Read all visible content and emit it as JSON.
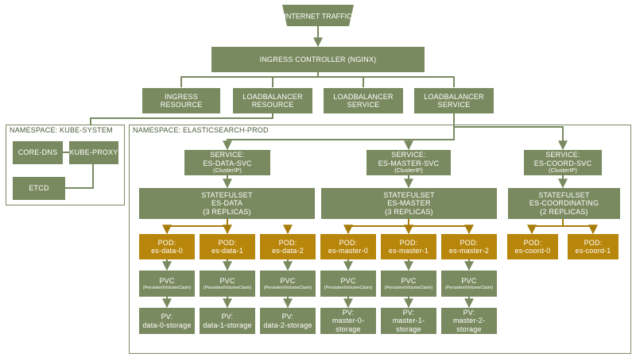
{
  "colors": {
    "node_green": "#7a8a60",
    "node_gold": "#b8860b",
    "edge_green": "#7a8a60",
    "edge_gold": "#a87c0a"
  },
  "internet": "INTERNET TRAFFIC",
  "ingress_controller": "INGRESS CONTROLLER (NGINX)",
  "ingress_resource": [
    "INGRESS",
    "RESOURCE"
  ],
  "lb_resource": [
    "LOADBALANCER",
    "RESOURCE"
  ],
  "lb_service_1": [
    "LOADBALANCER",
    "SERVICE"
  ],
  "lb_service_2": [
    "LOADBALANCER",
    "SERVICE"
  ],
  "ns_kube": "NAMESPACE: KUBE-SYSTEM",
  "ns_prod": "NAMESPACE: ELASTICSEARCH-PROD",
  "core_dns": "CORE-DNS",
  "kube_proxy": "KUBE-PROXY",
  "etcd": "ETCD",
  "svc_data": [
    "SERVICE:",
    "ES-DATA-SVC",
    "(ClusterIP)"
  ],
  "svc_master": [
    "SERVICE:",
    "ES-MASTER-SVC",
    "(ClusterIP)"
  ],
  "svc_coord": [
    "SERVICE:",
    "ES-COORD-SVC",
    "(ClusterIP)"
  ],
  "sts_data": [
    "STATEFULSET",
    "ES-DATA",
    "(3 REPLICAS)"
  ],
  "sts_master": [
    "STATEFULSET",
    "ES-MASTER",
    "(3 REPLICAS)"
  ],
  "sts_coord": [
    "STATEFULSET",
    "ES-COORDINATING",
    "(2 REPLICAS)"
  ],
  "pods": [
    [
      "POD:",
      "es-data-0"
    ],
    [
      "POD:",
      "es-data-1"
    ],
    [
      "POD:",
      "es-data-2"
    ],
    [
      "POD:",
      "es-master-0"
    ],
    [
      "POD:",
      "es-master-1"
    ],
    [
      "POD:",
      "es-master-2"
    ],
    [
      "POD:",
      "es-coord-0"
    ],
    [
      "POD:",
      "es-coord-1"
    ]
  ],
  "pvcs": [
    [
      "PVC",
      "(PersistentVolumeClaim)"
    ],
    [
      "PVC",
      "(PersistentVolumeClaim)"
    ],
    [
      "PVC",
      "(PersistentVolumeClaim)"
    ],
    [
      "PVC",
      "(PersistentVolumeClaim)"
    ],
    [
      "PVC",
      "(PersistentVolumeClaim)"
    ],
    [
      "PVC",
      "(PersistentVolumeClaim)"
    ]
  ],
  "pvs": [
    [
      "PV:",
      "data-0-storage"
    ],
    [
      "PV:",
      "data-1-storage"
    ],
    [
      "PV:",
      "data-2-storage"
    ],
    [
      "PV:",
      "master-0-storage"
    ],
    [
      "PV:",
      "master-1-storage"
    ],
    [
      "PV:",
      "master-2-storage"
    ]
  ]
}
